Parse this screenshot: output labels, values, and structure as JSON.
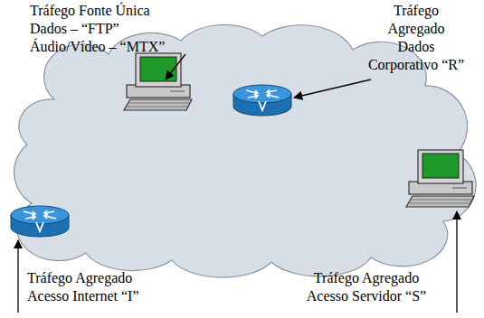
{
  "diagram": {
    "labels": [
      "Tráfego Fonte Única",
      "Dados – “FTP”",
      "Áudio/Vídeo – “MTX”",
      "Tráfego",
      "Agregado",
      "Dados",
      "Corporativo “R”",
      "Tráfego Agregado",
      "Acesso Internet “I”",
      "Tráfego Agregado",
      "Acesso Servidor “S”"
    ]
  }
}
